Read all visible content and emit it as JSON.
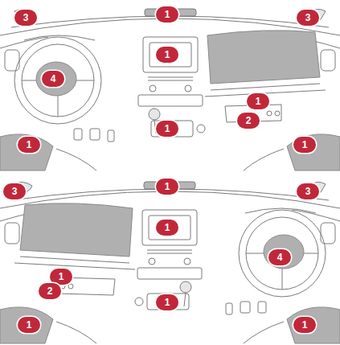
{
  "diagram": {
    "labels": [
      "1",
      "3",
      "3",
      "1",
      "4",
      "1",
      "2",
      "1",
      "1",
      "1",
      "3",
      "1",
      "3",
      "1",
      "1",
      "4",
      "2",
      "1",
      "1",
      "1"
    ]
  }
}
